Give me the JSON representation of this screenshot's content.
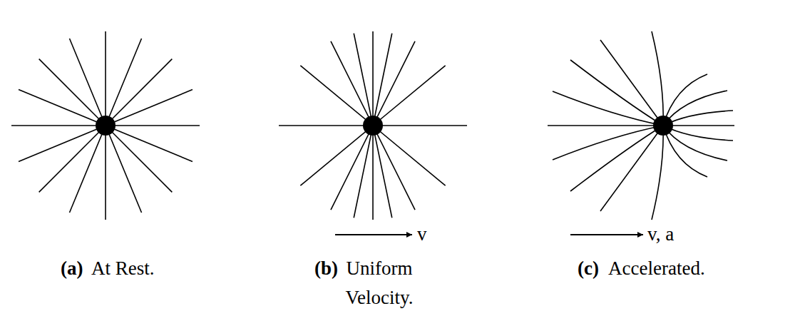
{
  "diagram": {
    "labels": [
      "v",
      "v, a",
      "(a)",
      "At Rest.",
      "(b)",
      "Uniform Velocity.",
      "(c)",
      "Accelerated."
    ]
  }
}
